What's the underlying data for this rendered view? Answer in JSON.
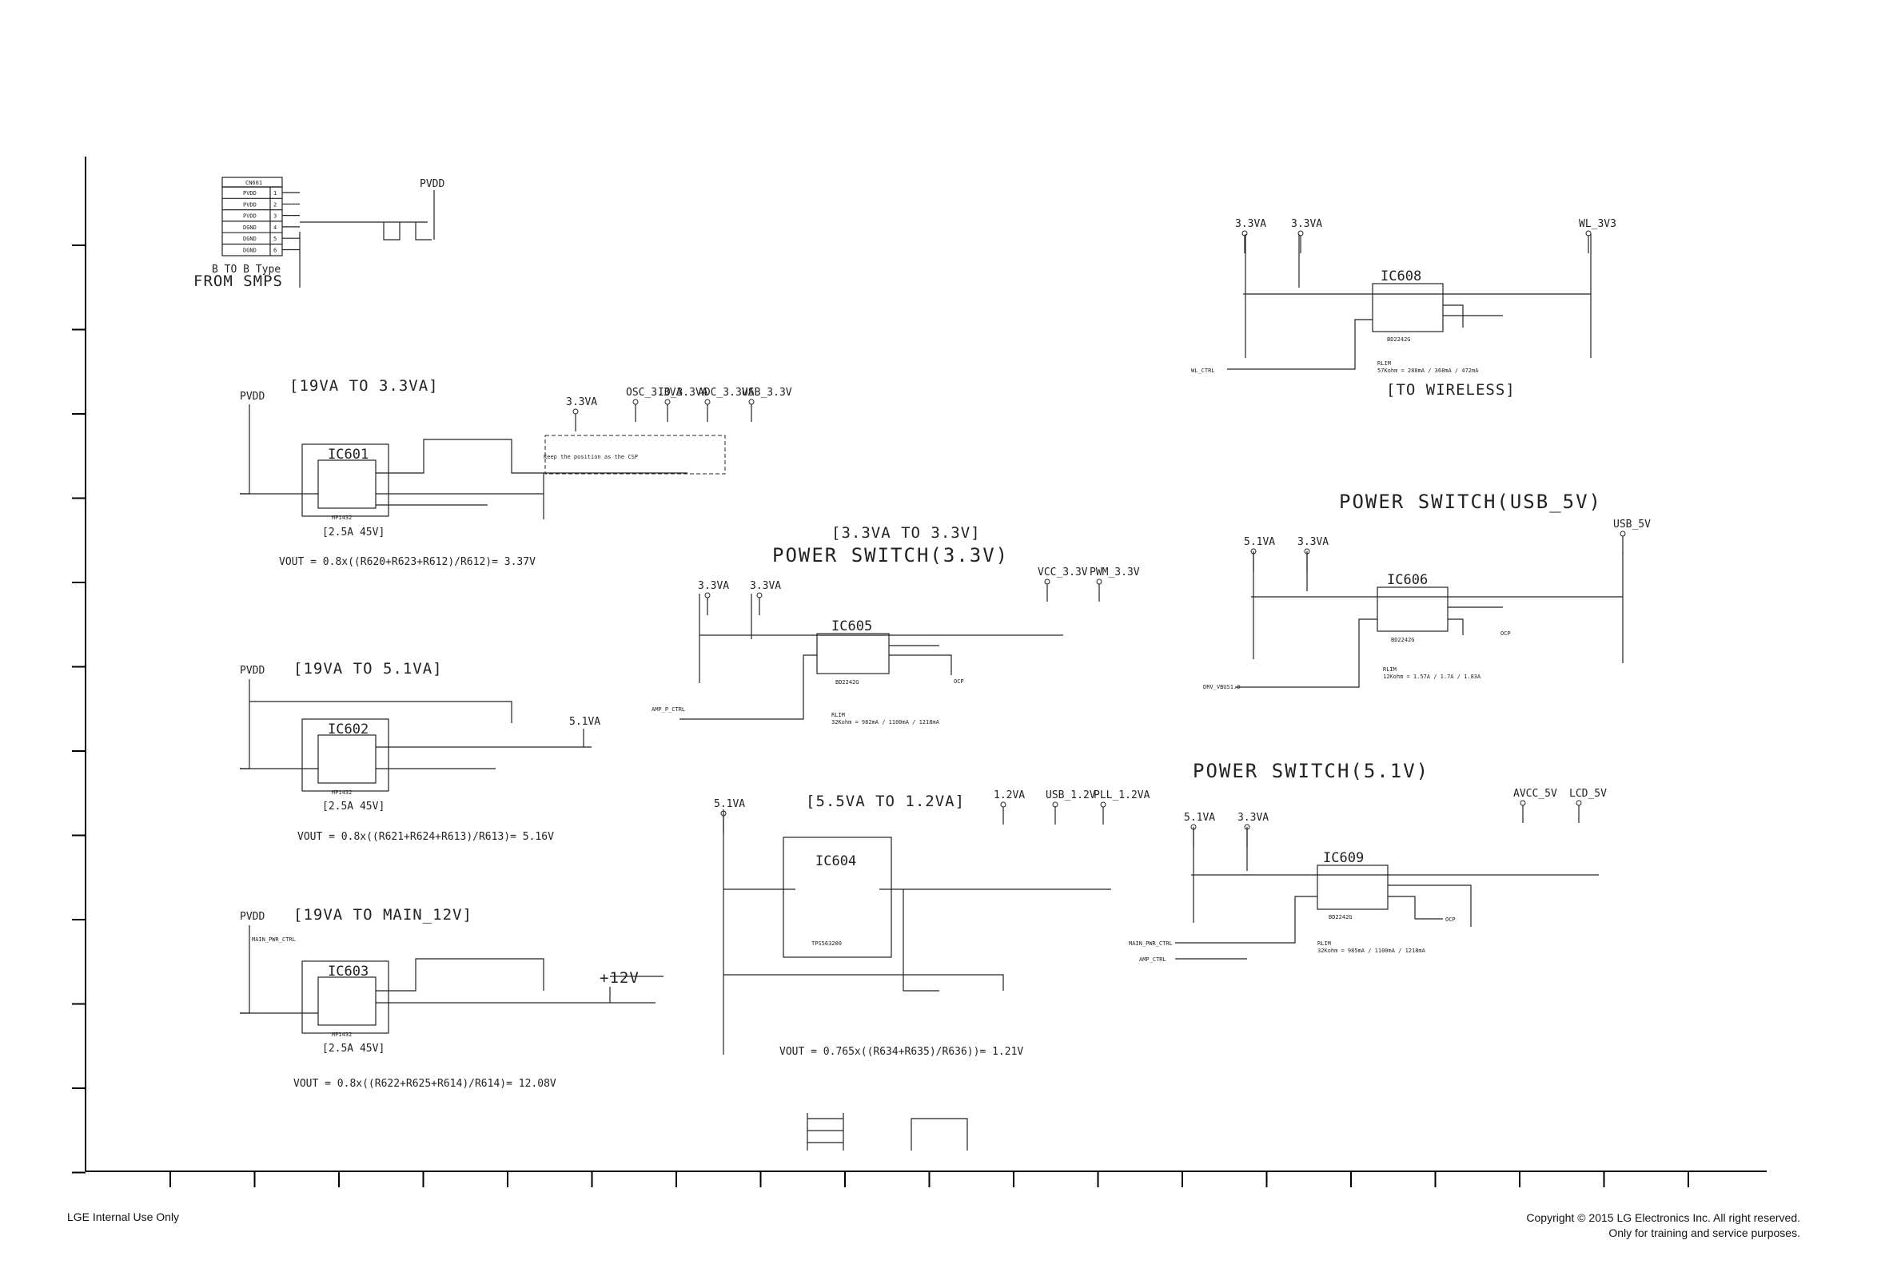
{
  "footer": {
    "left": "LGE Internal Use Only",
    "right_line1": "Copyright © 2015 LG Electronics Inc. All right reserved.",
    "right_line2": "Only for training and service purposes."
  },
  "connector": {
    "ref": "CN601",
    "pins": [
      "PVDD",
      "PVDD",
      "PVDD",
      "DGND",
      "DGND",
      "DGND"
    ],
    "type": "B TO B Type",
    "from": "FROM SMPS",
    "net_pvdd": "PVDD"
  },
  "sections": {
    "s1": {
      "title": "[19VA TO 3.3VA]",
      "ic": "IC601",
      "part": "MP1432",
      "spec": "[2.5A 45V]",
      "vout": "VOUT = 0.8x((R620+R623+R612)/R612)= 3.37V",
      "in_net": "PVDD"
    },
    "s2": {
      "title": "[19VA TO 5.1VA]",
      "ic": "IC602",
      "part": "MP1432",
      "spec": "[2.5A 45V]",
      "vout": "VOUT = 0.8x((R621+R624+R613)/R613)= 5.16V",
      "in_net": "PVDD",
      "out_net": "5.1VA"
    },
    "s3": {
      "title": "[19VA TO MAIN_12V]",
      "ic": "IC603",
      "part": "MP1432",
      "spec": "[2.5A 45V]",
      "vout": "VOUT = 0.8x((R622+R625+R614)/R614)= 12.08V",
      "in_net": "PVDD",
      "out_net": "+12V",
      "ctrl": "MAIN_PWR_CTRL"
    },
    "s4": {
      "title": "[3.3VA TO 3.3V]",
      "big": "POWER SWITCH(3.3V)",
      "ic": "IC605",
      "part": "BD2242G",
      "rlim": "RLIM",
      "rlim_val": "32Kohm = 982mA / 1100mA / 1218mA",
      "nets": [
        "3.3VA",
        "3.3VA",
        "VCC_3.3V",
        "PWM_3.3V"
      ],
      "ctrl": "AMP_P_CTRL",
      "ocp": "OCP"
    },
    "s5": {
      "title": "[5.5VA TO 1.2VA]",
      "ic": "IC604",
      "part": "TPS563200",
      "vout": "VOUT = 0.765x((R634+R635)/R636))= 1.21V",
      "nets": [
        "5.1VA",
        "1.2VA",
        "USB_1.2V",
        "PLL_1.2VA"
      ]
    },
    "s6": {
      "ic": "IC608",
      "part": "BD2242G",
      "rlim": "RLIM",
      "rlim_val": "57Kohm = 288mA / 368mA / 472mA",
      "sub": "[TO WIRELESS]",
      "nets": [
        "3.3VA",
        "3.3VA",
        "WL_3V3"
      ],
      "ctrl": "WL_CTRL"
    },
    "s7": {
      "big": "POWER SWITCH(USB_5V)",
      "ic": "IC606",
      "part": "BD2242G",
      "rlim": "RLIM",
      "rlim_val": "12Kohm = 1.57A / 1.7A / 1.83A",
      "nets": [
        "5.1VA",
        "3.3VA",
        "USB_5V"
      ],
      "ctrl": "DRV_VBUS1.0",
      "ocp": "OCP"
    },
    "s8": {
      "big": "POWER SWITCH(5.1V)",
      "ic": "IC609",
      "part": "BD2242G",
      "rlim": "RLIM",
      "rlim_val": "32Kohm = 985mA / 1100mA / 1218mA",
      "nets": [
        "5.1VA",
        "3.3VA",
        "AVCC_5V",
        "LCD_5V"
      ],
      "ctrl1": "MAIN_PWR_CTRL",
      "ctrl2": "AMP_CTRL",
      "ocp": "OCP"
    },
    "s1nets": [
      "3.3VA",
      "OSC_3.3VA",
      "IO_3.3VA",
      "ADC_3.3VA",
      "USB_3.3V"
    ],
    "note": "Keep the position as the CSP"
  }
}
